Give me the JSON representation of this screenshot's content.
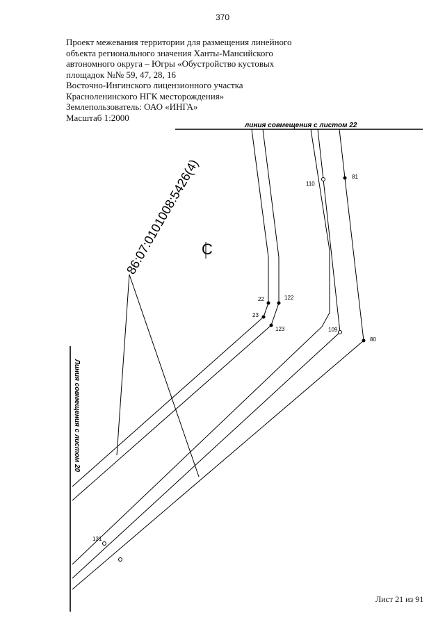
{
  "page_number": "370",
  "header": {
    "lines": [
      "Проект межевания территории для размещения линейного",
      "объекта регионального значения Ханты-Мансийского",
      "автономного  округа – Югры «Обустройство кустовых",
      "площадок №№ 59, 47, 28, 16",
      "Восточно-Ингинского  лицензионного участка",
      "Красноленинского НГК месторождения»",
      "Землепользователь: ОАО «ИНГА»",
      "Масштаб 1:2000"
    ]
  },
  "plan": {
    "match_line_top": "линия совмещения с листом 22",
    "match_line_left": "Линия совмещения с листом 20",
    "cadastral_number": "86:07:0101008:5426(4)",
    "north_symbol": "С",
    "points": {
      "p110": "110",
      "p81": "81",
      "p22": "22",
      "p122": "122",
      "p23": "23",
      "p123": "123",
      "p109": "109",
      "p80": "80",
      "p131": "131"
    }
  },
  "footer": {
    "sheet": "Лист 21 из 91"
  }
}
